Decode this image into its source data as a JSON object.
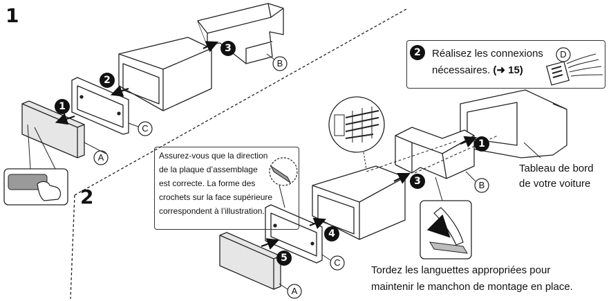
{
  "section1": {
    "number": "1"
  },
  "section2": {
    "number": "2"
  },
  "steps": {
    "s1": "1",
    "s2": "2",
    "s3": "3",
    "s4": "4",
    "s5": "5"
  },
  "part_letters": {
    "a": "A",
    "b": "B",
    "c": "C",
    "d": "D"
  },
  "callout_connections": {
    "line1": "Réalisez les connexions",
    "line2_text": "nécessaires. ",
    "line2_ref": "(➜ 15)"
  },
  "callout_assembly": {
    "lines": [
      "Assurez-vous que la direction",
      "de la plaque d’assemblage",
      "est correcte. La forme des",
      "crochets sur la face supérieure",
      "correspondent à l’illustration."
    ]
  },
  "dashboard_label": {
    "line1": "Tableau de bord",
    "line2": "de votre voiture"
  },
  "tabs_label": {
    "line1": "Tordez les languettes appropriées pour",
    "line2": "maintenir le manchon de montage en place."
  },
  "colors": {
    "ink": "#111111",
    "panel_gray": "#e6e6e6",
    "face_gray": "#bdbdbd",
    "finger_gray": "#9a9a9a"
  }
}
